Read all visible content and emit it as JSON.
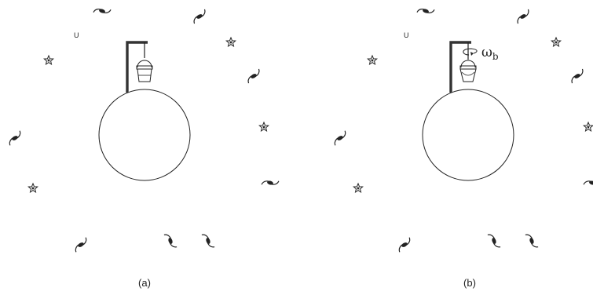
{
  "panels": {
    "a": {
      "caption": "(a)",
      "corner_letter": "U"
    },
    "b": {
      "caption": "(b)",
      "corner_letter": "U",
      "rotation_label": "ω",
      "rotation_subscript": "b"
    }
  },
  "colors": {
    "ink": "#222222",
    "background": "#ffffff"
  },
  "icons": {
    "star": "star-icon",
    "galaxy": "spiral-galaxy-icon",
    "bucket": "bucket-icon",
    "rotation_arrow": "rotation-arrow-icon"
  }
}
